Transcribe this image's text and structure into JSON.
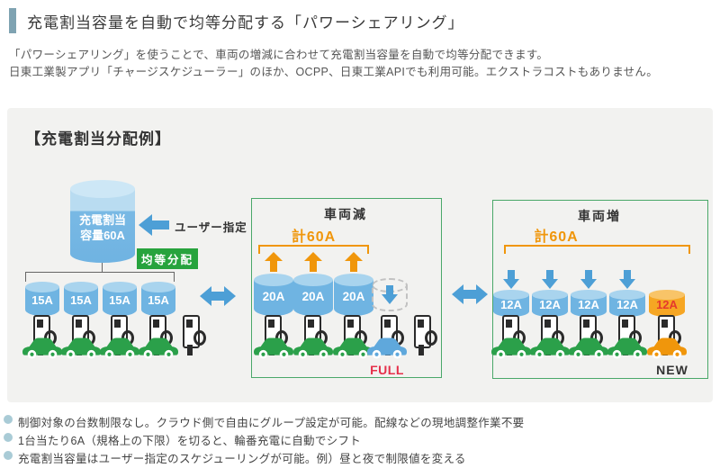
{
  "page": {
    "title": "充電割当容量を自動で均等分配する「パワーシェアリング」",
    "intro_line1": "「パワーシェアリング」を使うことで、車両の増減に合わせて充電割当容量を自動で均等分配できます。",
    "intro_line2": "日東工業製アプリ「チャージスケジューラー」のほか、OCPP、日東工業APIでも利用可能。エクストラコストもありません。"
  },
  "diagram": {
    "heading": "【充電割当分配例】",
    "source": {
      "tank_line1": "充電割当",
      "tank_line2": "容量60A",
      "user_label": "ユーザー指定",
      "badge": "均等分配"
    },
    "left_group": {
      "allocations": [
        "15A",
        "15A",
        "15A",
        "15A"
      ]
    },
    "decrease_group": {
      "title": "車両減",
      "total": "計60A",
      "allocations": [
        "20A",
        "20A",
        "20A"
      ],
      "full_label": "FULL"
    },
    "increase_group": {
      "title": "車両増",
      "total": "計60A",
      "allocations": [
        "12A",
        "12A",
        "12A",
        "12A",
        "12A"
      ],
      "new_label": "NEW"
    }
  },
  "notes": [
    "制御対象の台数制限なし。クラウド側で自由にグループ設定が可能。配線などの現地調整作業不要",
    "1台当たり6A（規格上の下限）を切ると、輪番充電に自動でシフト",
    "充電割当容量はユーザー指定のスケジューリングが可能。例）昼と夜で制限値を変える"
  ],
  "colors": {
    "accent_bar": "#7fa3b2",
    "cylinder_blue": "#6fb4e2",
    "cylinder_blue_top": "#a9d4ee",
    "cylinder_orange": "#f6a623",
    "arrow_blue": "#4d9fd6",
    "arrow_orange": "#f0960b",
    "group_border_green": "#4aa869",
    "badge_green": "#27a33d",
    "car_green": "#2ba04a",
    "car_blue": "#5fa8dc",
    "car_orange": "#f0960b",
    "full_red": "#e5304a",
    "panel_gray": "#f2f2f0",
    "note_bullet": "#a9cbd6"
  }
}
